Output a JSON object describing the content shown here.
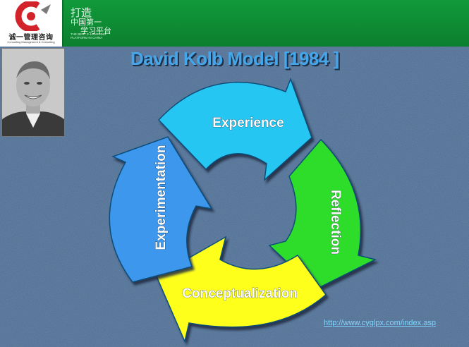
{
  "header": {
    "logo_text": "诚一管理咨询",
    "logo_subtext": "Consulting Management & Consulting",
    "tagline_cn": [
      "打造",
      "中国第一",
      "学习平台"
    ],
    "tagline_en": "THE BEST E-LEARNING PLATFORM IN CHINA",
    "colors": {
      "bar": "#0f8f36",
      "logo_red": "#d2232a"
    }
  },
  "slide": {
    "title": "David Kolb Model [1984 ]",
    "background": "#4d6d92",
    "url": "http://www.cyglpx.com/index.asp"
  },
  "portrait": {
    "icon": "person-photo"
  },
  "diagram": {
    "stages": [
      {
        "label": "Experience",
        "color": "#27c6f3"
      },
      {
        "label": "Reflection",
        "color": "#2fdd2a"
      },
      {
        "label": "Conceptualization",
        "color": "#ffff1c"
      },
      {
        "label": "Experimentation",
        "color": "#3d97ec"
      }
    ]
  }
}
